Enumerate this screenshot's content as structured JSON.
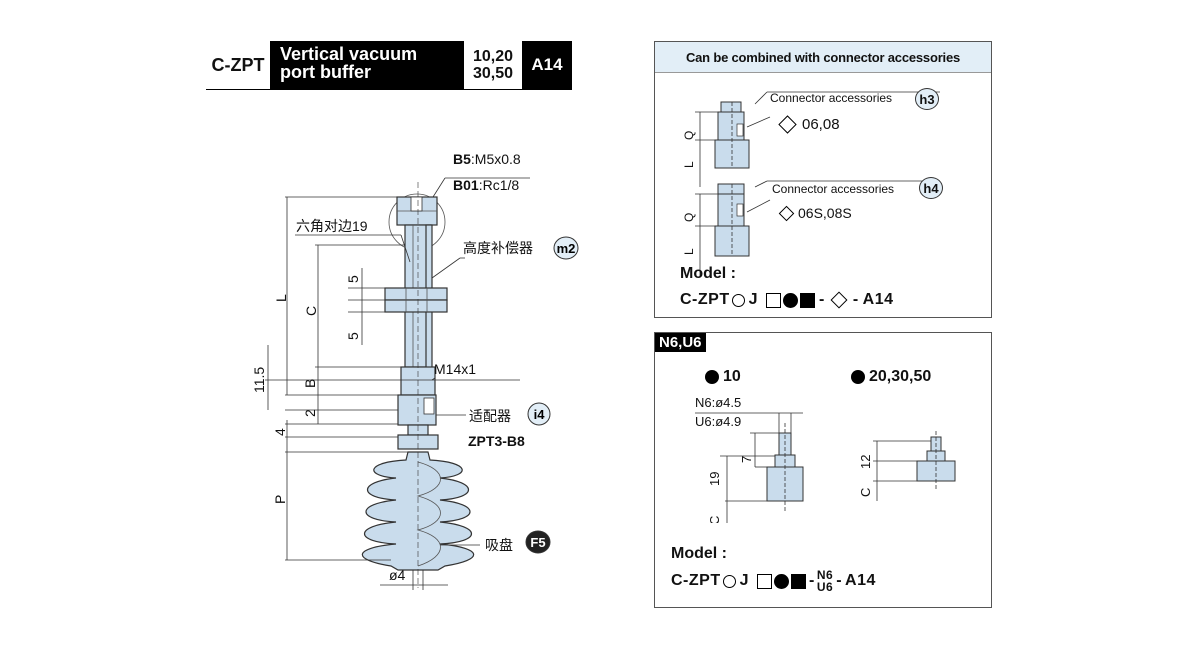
{
  "header": {
    "code": "C-ZPT",
    "name_line1": "Vertical vacuum",
    "name_line2": "port buffer",
    "sizes_line1": "10,20",
    "sizes_line2": "30,50",
    "category": "A14"
  },
  "main_drawing": {
    "thread_b5": "B5",
    "thread_b5_spec": ":M5x0.8",
    "thread_b01": "B01",
    "thread_b01_spec": ":Rc1/8",
    "hex_label": "六角对边19",
    "height_comp_label": "高度补偿器",
    "height_comp_badge": "m2",
    "dim_L": "L",
    "dim_C": "C",
    "dim_5a": "5",
    "dim_5b": "5",
    "thread_m14": "M14x1",
    "dim_11_5": "11.5",
    "dim_B": "B",
    "dim_2": "2",
    "adapter_label": "适配器",
    "adapter_badge": "i4",
    "adapter_model": "ZPT3-B8",
    "dim_4": "4",
    "dim_P": "P",
    "cup_label": "吸盘",
    "cup_badge": "F5",
    "dia_4": "ø4"
  },
  "connector_panel": {
    "title": "Can be combined with connector accessories",
    "acc1_label": "Connector accessories",
    "acc1_badge": "h3",
    "acc1_sizes": "06,08",
    "acc2_label": "Connector accessories",
    "acc2_badge": "h4",
    "acc2_sizes": "06S,08S",
    "dim_Q1": "Q",
    "dim_L1": "L",
    "dim_Q2": "Q",
    "dim_L2": "L",
    "model_label": "Model :",
    "model_prefix": "C-ZPT",
    "model_J": "J",
    "model_dash1": "-",
    "model_dash2": "-",
    "model_suffix": "A14"
  },
  "n6u6_panel": {
    "tag": "N6,U6",
    "size_small": "10",
    "size_large": "20,30,50",
    "n6_dia": "N6:ø4.5",
    "u6_dia": "U6:ø4.9",
    "dim_19": "19",
    "dim_7": "7",
    "dim_C_left": "C",
    "dim_12": "12",
    "dim_C_right": "C",
    "model_label": "Model :",
    "model_prefix": "C-ZPT",
    "model_J": "J",
    "model_dash1": "-",
    "model_stack_top": "N6",
    "model_stack_bottom": "U6",
    "model_dash2": "-",
    "model_suffix": "A14"
  },
  "colors": {
    "part_fill": "#c9dcec",
    "part_stroke": "#333333",
    "panel_title_bg": "#e2eef7"
  }
}
